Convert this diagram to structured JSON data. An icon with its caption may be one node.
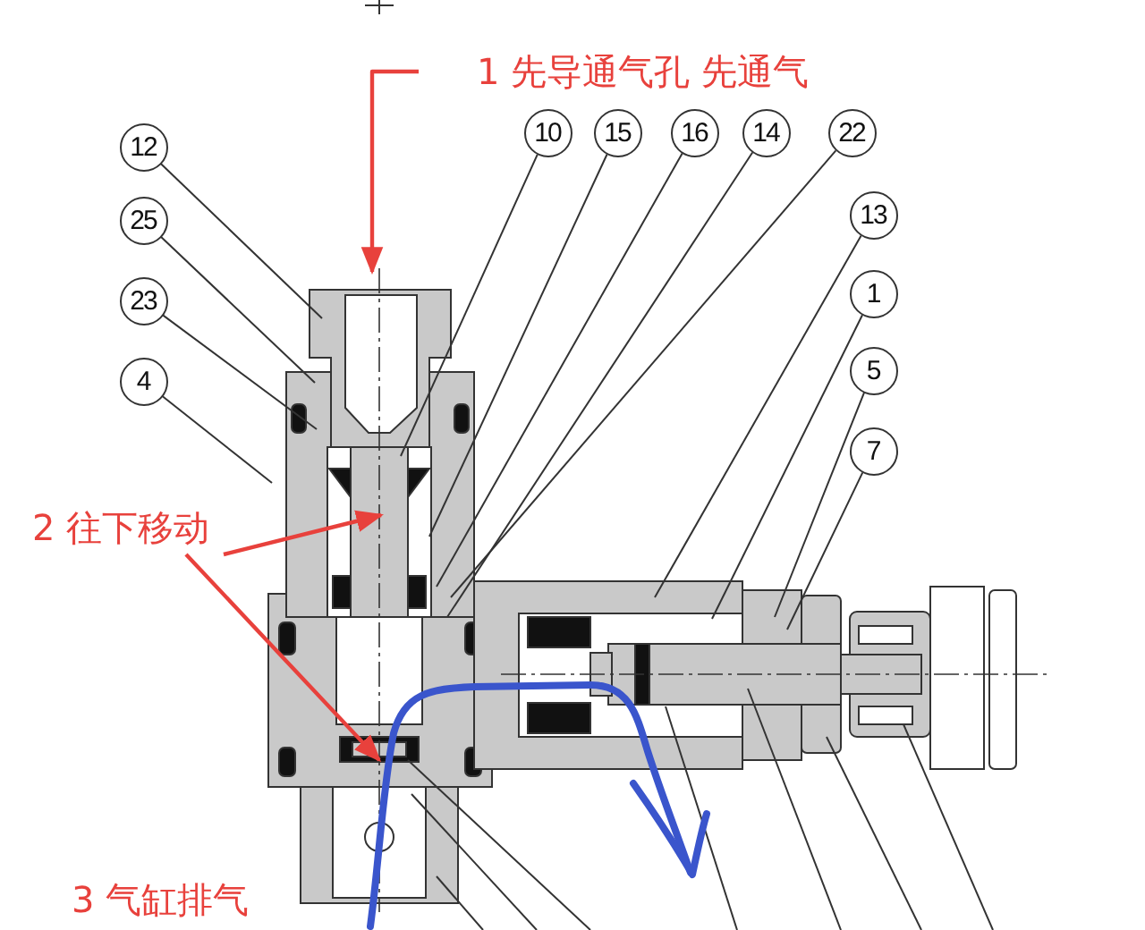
{
  "diagram": {
    "nodes": [
      {
        "text": [
          "1 先导通气孔 先通气"
        ]
      },
      {
        "text": [
          "12"
        ]
      },
      {
        "text": [
          "10"
        ]
      },
      {
        "text": [
          "15"
        ]
      },
      {
        "text": [
          "16"
        ]
      },
      {
        "text": [
          "14"
        ]
      },
      {
        "text": [
          "22"
        ]
      },
      {
        "text": [
          "13"
        ]
      },
      {
        "text": [
          "25"
        ]
      },
      {
        "text": [
          "1"
        ]
      },
      {
        "text": [
          "23"
        ]
      },
      {
        "text": [
          "5"
        ]
      },
      {
        "text": [
          "4"
        ]
      },
      {
        "text": [
          "7"
        ]
      },
      {
        "text": [
          "2 往下移动"
        ]
      }
    ],
    "edges": [
      {
        "from": 0,
        "to": null,
        "arrow": "to",
        "color": "#e8413c"
      },
      {
        "from": 1,
        "to": null,
        "arrow": "none"
      },
      {
        "from": 2,
        "to": null,
        "arrow": "none"
      },
      {
        "from": 3,
        "to": null,
        "arrow": "none"
      },
      {
        "from": 4,
        "to": null,
        "arrow": "none"
      },
      {
        "from": 5,
        "to": null,
        "arrow": "none"
      },
      {
        "from": 6,
        "to": null,
        "arrow": "none"
      },
      {
        "from": 7,
        "to": null,
        "arrow": "none"
      },
      {
        "from": 8,
        "to": null,
        "arrow": "none"
      },
      {
        "from": 9,
        "to": null,
        "arrow": "none"
      },
      {
        "from": 10,
        "to": null,
        "arrow": "none"
      },
      {
        "from": 11,
        "to": null,
        "arrow": "none"
      },
      {
        "from": 12,
        "to": null,
        "arrow": "none"
      },
      {
        "from": 13,
        "to": null,
        "arrow": "none"
      },
      {
        "from": 14,
        "to": null,
        "arrow": "to",
        "color": "#e8413c"
      },
      {
        "from": 14,
        "to": null,
        "arrow": "to",
        "color": "#e8413c"
      }
    ],
    "labels": [
      "3 气缸排气"
    ]
  }
}
